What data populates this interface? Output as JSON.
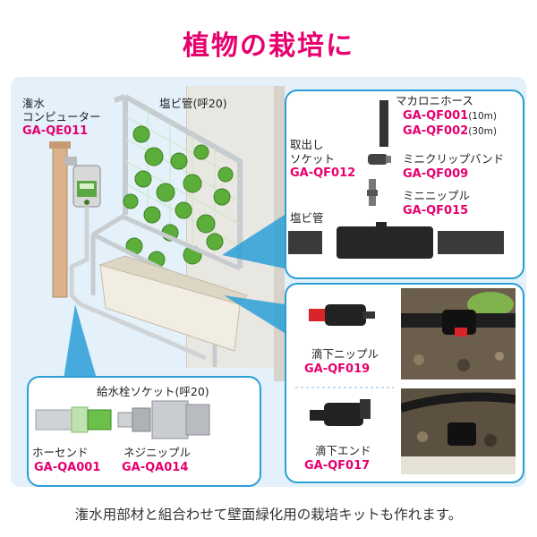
{
  "title": "植物の栽培に",
  "footer": "潅水用部材と組合わせて壁面緑化用の栽培キットも作れます。",
  "watering_computer": {
    "label_line1": "潅水",
    "label_line2": "コンピューター",
    "code": "GA-QE011"
  },
  "pvc_pipe_top": {
    "label": "塩ビ管(呼20)"
  },
  "parts_box_1": {
    "macaroni_hose": {
      "label": "マカロニホース",
      "code1": "GA-QF001",
      "note1": "(10m)",
      "code2": "GA-QF002",
      "note2": "(30m)"
    },
    "outlet_socket": {
      "label_line1": "取出し",
      "label_line2": "ソケット",
      "code": "GA-QF012"
    },
    "mini_clip_band": {
      "label": "ミニクリップバンド",
      "code": "GA-QF009"
    },
    "mini_nipple": {
      "label": "ミニニップル",
      "code": "GA-QF015"
    },
    "pvc_pipe": {
      "label": "塩ビ管"
    }
  },
  "parts_box_2": {
    "drip_nipple": {
      "label": "滴下ニップル",
      "code": "GA-QF019"
    },
    "drip_end": {
      "label": "滴下エンド",
      "code": "GA-QF017"
    }
  },
  "parts_box_3": {
    "faucet_socket": {
      "label": "給水栓ソケット(呼20)"
    },
    "hose_end": {
      "label": "ホーセンド",
      "code": "GA-QA001"
    },
    "screw_nipple": {
      "label": "ネジニップル",
      "code": "GA-QA014"
    }
  },
  "colors": {
    "accent": "#e6006e",
    "box_border": "#2a9fd6",
    "panel_bg": "#e4f1fb"
  },
  "icons": [
    "watering-computer-icon",
    "trellis-icon",
    "planter-icon",
    "pvc-pipe-icon",
    "macaroni-hose-icon",
    "mini-clip-band-icon",
    "mini-nipple-icon",
    "outlet-socket-icon",
    "drip-nipple-icon",
    "drip-end-icon",
    "hose-end-icon",
    "screw-nipple-icon"
  ]
}
